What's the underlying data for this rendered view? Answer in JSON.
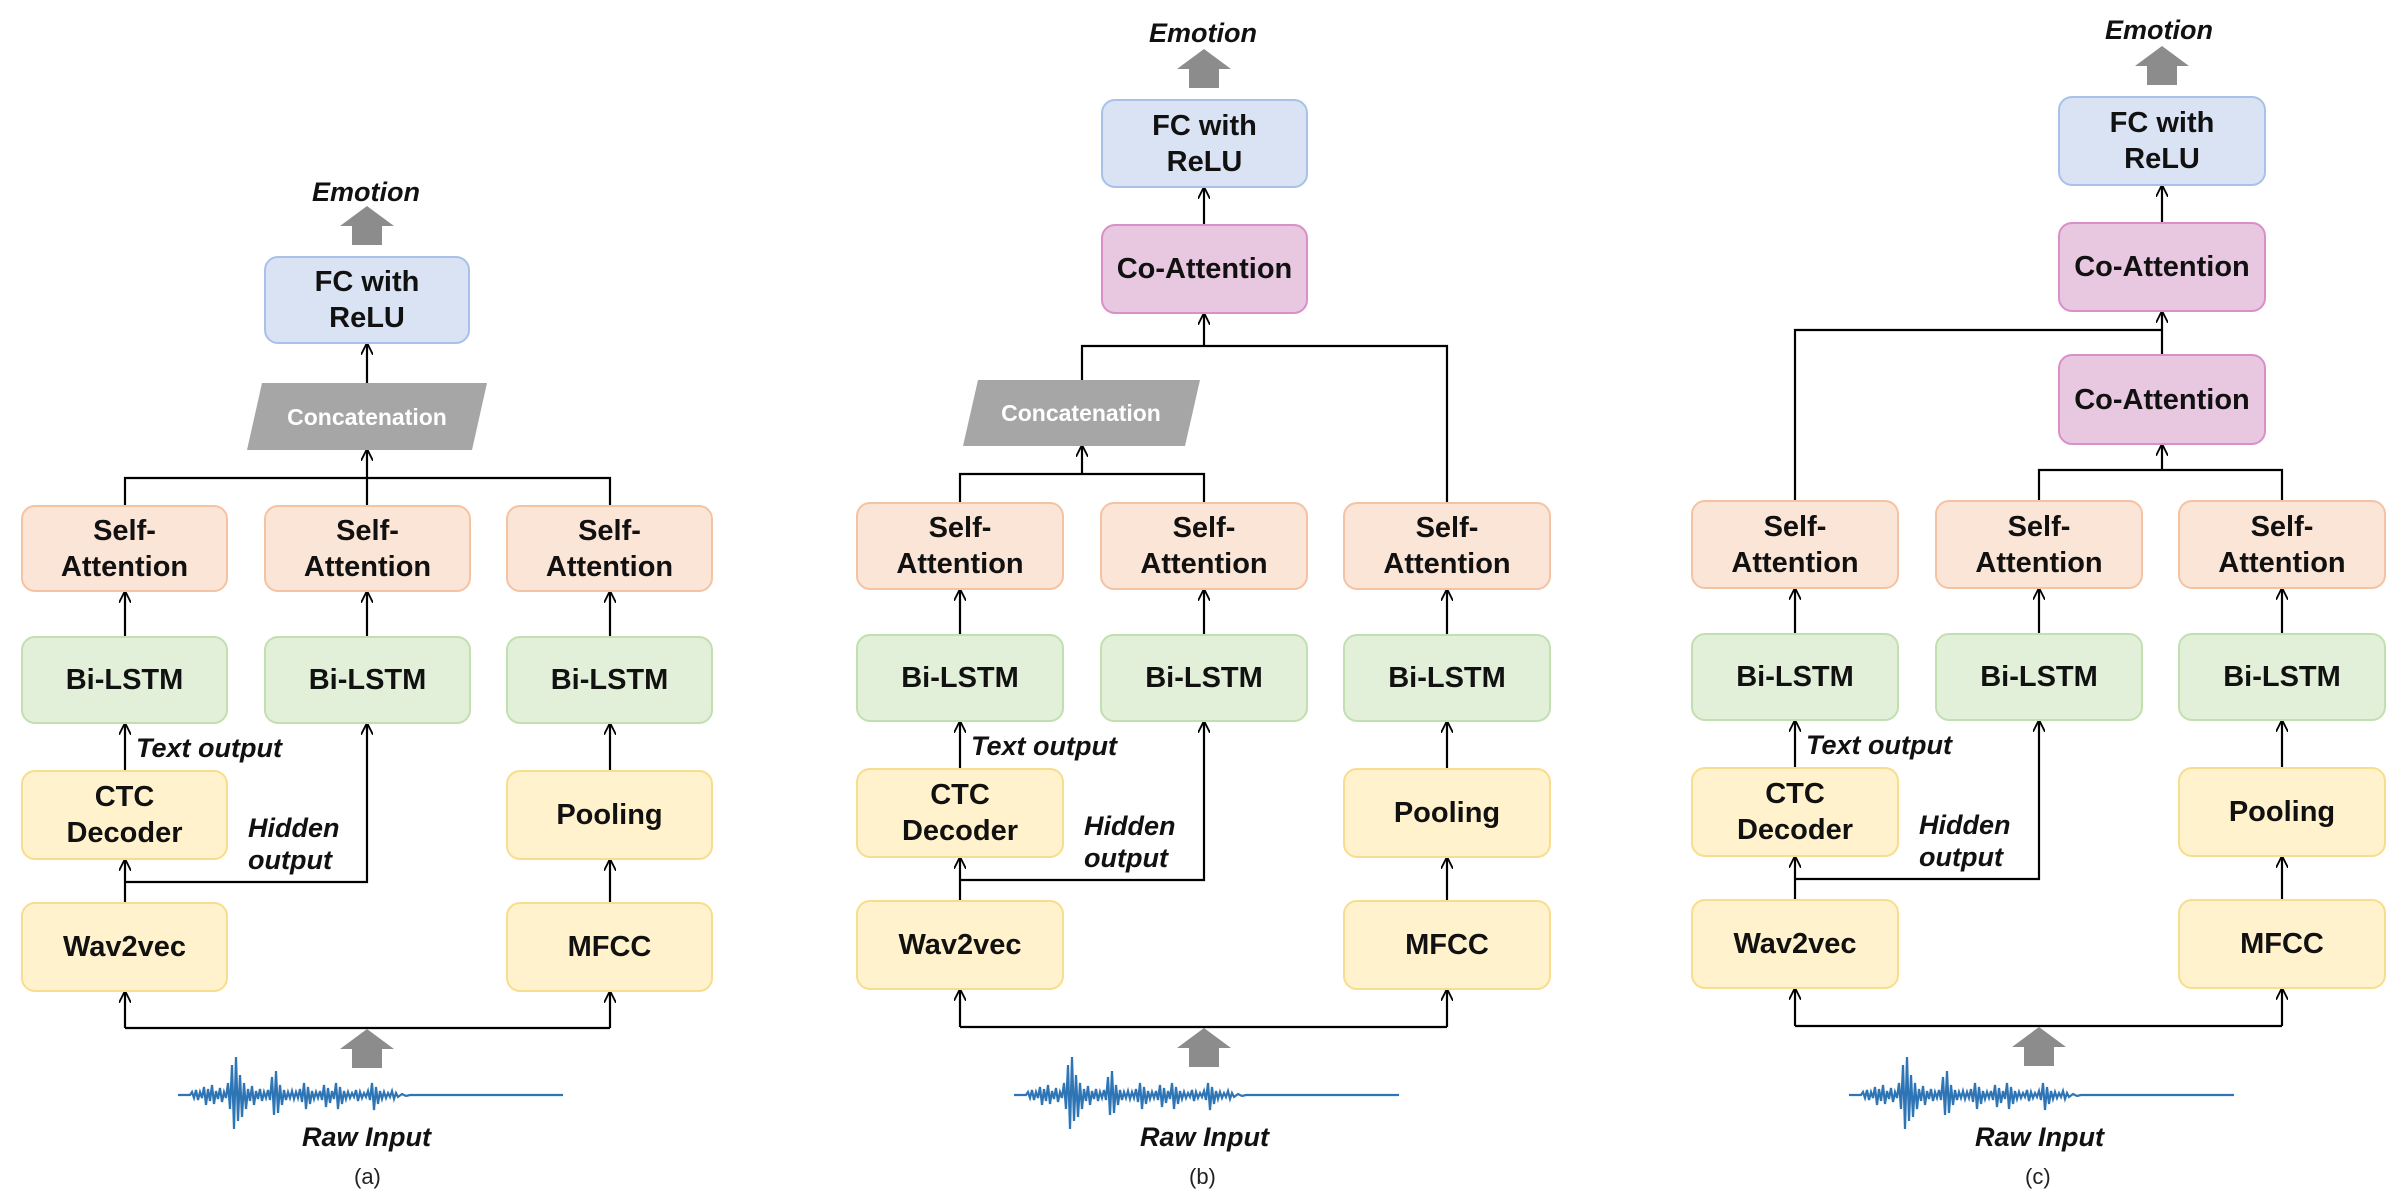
{
  "panels": [
    {
      "caption": "(a)",
      "output_label": "Emotion",
      "input_label": "Raw Input",
      "fc_label": "FC with\nReLU",
      "concat_label": "Concatenation",
      "self_attention_labels": [
        "Self-\nAttention",
        "Self-\nAttention",
        "Self-\nAttention"
      ],
      "bilstm_labels": [
        "Bi-LSTM",
        "Bi-LSTM",
        "Bi-LSTM"
      ],
      "ctc_label": "CTC\nDecoder",
      "pooling_label": "Pooling",
      "wav2vec_label": "Wav2vec",
      "mfcc_label": "MFCC",
      "text_output_label": "Text output",
      "hidden_output_label": "Hidden\noutput"
    },
    {
      "caption": "(b)",
      "output_label": "Emotion",
      "input_label": "Raw Input",
      "fc_label": "FC with\nReLU",
      "coattention_label": "Co-Attention",
      "concat_label": "Concatenation",
      "self_attention_labels": [
        "Self-\nAttention",
        "Self-\nAttention",
        "Self-\nAttention"
      ],
      "bilstm_labels": [
        "Bi-LSTM",
        "Bi-LSTM",
        "Bi-LSTM"
      ],
      "ctc_label": "CTC\nDecoder",
      "pooling_label": "Pooling",
      "wav2vec_label": "Wav2vec",
      "mfcc_label": "MFCC",
      "text_output_label": "Text output",
      "hidden_output_label": "Hidden\noutput"
    },
    {
      "caption": "(c)",
      "output_label": "Emotion",
      "input_label": "Raw Input",
      "fc_label": "FC with\nReLU",
      "coattention_labels": [
        "Co-Attention",
        "Co-Attention"
      ],
      "self_attention_labels": [
        "Self-\nAttention",
        "Self-\nAttention",
        "Self-\nAttention"
      ],
      "bilstm_labels": [
        "Bi-LSTM",
        "Bi-LSTM",
        "Bi-LSTM"
      ],
      "ctc_label": "CTC\nDecoder",
      "pooling_label": "Pooling",
      "wav2vec_label": "Wav2vec",
      "mfcc_label": "MFCC",
      "text_output_label": "Text output",
      "hidden_output_label": "Hidden\noutput"
    }
  ],
  "colors": {
    "feature_box": "#fff2cc",
    "bilstm_box": "#e2f0d9",
    "self_attention_box": "#fbe5d6",
    "fc_box": "#dae3f3",
    "coattention_box": "#e8c7e0",
    "concatenation": "#a6a6a6",
    "waveform": "#2e75b6",
    "fat_arrow": "#8c8c8c"
  }
}
